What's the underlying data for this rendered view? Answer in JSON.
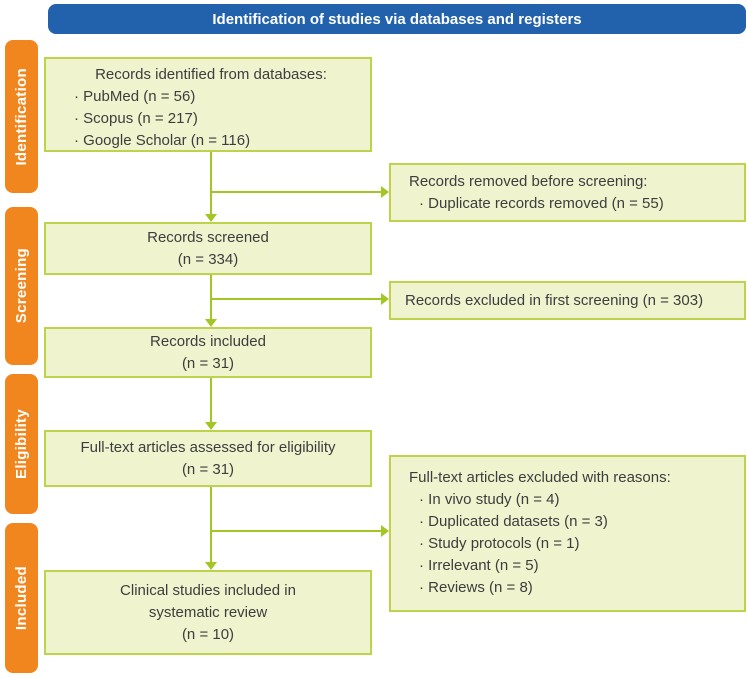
{
  "header": {
    "title": "Identification of studies via databases and registers"
  },
  "sidebar": {
    "stages": [
      "Identification",
      "Screening",
      "Eligibility",
      "Included"
    ]
  },
  "flow": {
    "identified": {
      "title": "Records identified from databases:",
      "items": [
        "PubMed (n = 56)",
        "Scopus (n = 217)",
        "Google Scholar (n = 116)"
      ]
    },
    "removed": {
      "title": "Records removed before screening:",
      "items": [
        "Duplicate records removed (n = 55)"
      ]
    },
    "screened": {
      "line1": "Records screened",
      "line2": "(n = 334)"
    },
    "excluded_first": {
      "title": "Records excluded in first screening (n = 303)"
    },
    "records_included": {
      "line1": "Records included",
      "line2": "(n = 31)"
    },
    "fulltext_assessed": {
      "line1": "Full-text articles assessed for eligibility",
      "line2": "(n = 31)"
    },
    "excluded_reasons": {
      "title": "Full-text articles excluded with reasons:",
      "items": [
        "In vivo study (n = 4)",
        "Duplicated datasets (n = 3)",
        "Study protocols (n = 1)",
        "Irrelevant (n = 5)",
        "Reviews (n = 8)"
      ]
    },
    "clinical": {
      "line1": "Clinical studies included in",
      "line2": "systematic review",
      "line3": "(n = 10)"
    }
  },
  "colors": {
    "header_bg": "#2261ac",
    "header_text": "#ffffff",
    "stage_bg": "#f0861d",
    "box_fill": "#eff4cf",
    "box_border": "#bcd34b",
    "box_text": "#3d3d3d",
    "arrow": "#a2c623"
  }
}
